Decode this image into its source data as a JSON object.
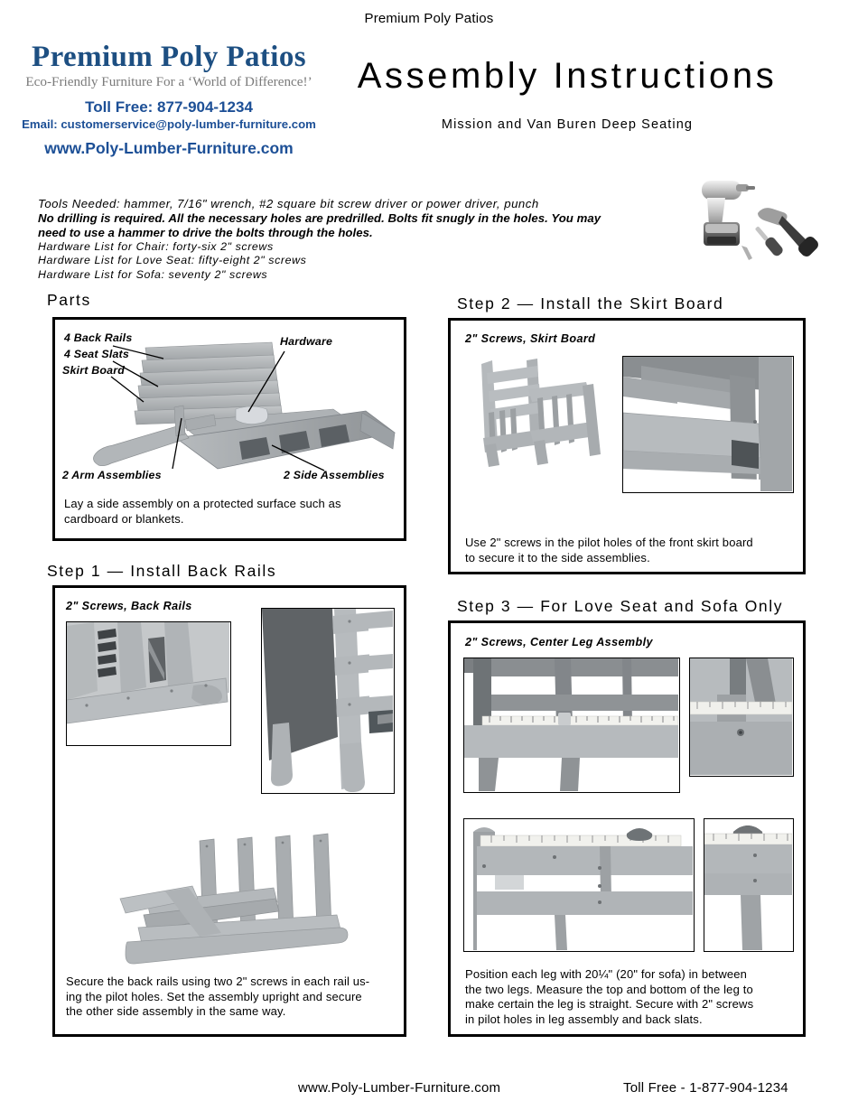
{
  "header": {
    "page_title": "Premium Poly Patios",
    "main_title": "Assembly Instructions",
    "subtitle": "Mission and Van Buren Deep Seating"
  },
  "logo": {
    "wordmark": "Premium Poly Patios",
    "tagline": "Eco-Friendly Furniture For a ‘World of Difference!’",
    "phone": "Toll Free: 877-904-1234",
    "email": "Email: customerservice@poly-lumber-furniture.com",
    "website": "www.Poly-Lumber-Furniture.com",
    "brand_color": "#1d4f82",
    "contact_color": "#1c4f96",
    "tagline_color": "#7b7b7b"
  },
  "tools": {
    "line1": "Tools Needed: hammer, 7/16\" wrench, #2 square bit screw driver or power driver, punch",
    "line2": "No drilling is required. All the necessary holes are predrilled. Bolts fit snugly in the holes. You may",
    "line3": "need to use a hammer to drive the bolts through the holes.",
    "hardware_chair": "Hardware List for Chair: forty-six 2\" screws",
    "hardware_love_seat": "Hardware List for Love Seat: fifty-eight 2\" screws",
    "hardware_sofa": "Hardware List for Sofa: seventy 2\" screws",
    "photo_alt": "cordless-drill-hammer-screwdriver-punch"
  },
  "parts": {
    "heading": "Parts",
    "labels": {
      "back_rails": "4 Back Rails",
      "seat_slats": "4 Seat Slats",
      "skirt_board": "Skirt Board",
      "hardware": "Hardware",
      "arm_assemblies": "2 Arm Assemblies",
      "side_assemblies": "2 Side Assemblies"
    },
    "caption_line1": "Lay a side assembly on a protected surface such as",
    "caption_line2": "cardboard or blankets.",
    "photo_alt": "stacked-poly-lumber-parts"
  },
  "step1": {
    "heading": "Step 1 — Install Back Rails",
    "note": "2\" Screws, Back Rails",
    "caption_line1": "Secure the back rails using two 2\" screws in each rail us-",
    "caption_line2": "ing the pilot holes. Set the assembly upright and secure",
    "caption_line3": "the other side assembly in the same way.",
    "photo1_alt": "side-assembly-lying-flat-closeup",
    "photo2_alt": "back-rails-attached-closeup",
    "photo3_alt": "side-assembly-with-four-back-rails"
  },
  "step2": {
    "heading": "Step 2 — Install the Skirt Board",
    "note": "2\" Screws, Skirt Board",
    "caption_line1": "Use 2\" screws in the pilot holes of the front skirt board",
    "caption_line2": "to secure it to the side assemblies.",
    "photo1_alt": "assembled-chair-frame",
    "photo2_alt": "skirt-board-joint-closeup"
  },
  "step3": {
    "heading": "Step 3 — For Love Seat and Sofa Only",
    "note": "2\" Screws, Center Leg Assembly",
    "caption_line1": "Position each leg with 20¼\" (20\" for sofa) in between",
    "caption_line2": "the two legs. Measure the top and bottom of the leg to",
    "caption_line3": "make certain the leg is straight. Secure with 2\" screws",
    "caption_line4": "in pilot holes in leg assembly and back slats.",
    "photo1_alt": "frame-with-tape-measure-wide",
    "photo2_alt": "center-leg-tape-measure-closeup",
    "photo3_alt": "back-slats-tape-measure-wide",
    "photo4_alt": "back-slat-leg-closeup"
  },
  "footer": {
    "website": "www.Poly-Lumber-Furniture.com",
    "phone": "Toll Free - 1-877-904-1234"
  }
}
